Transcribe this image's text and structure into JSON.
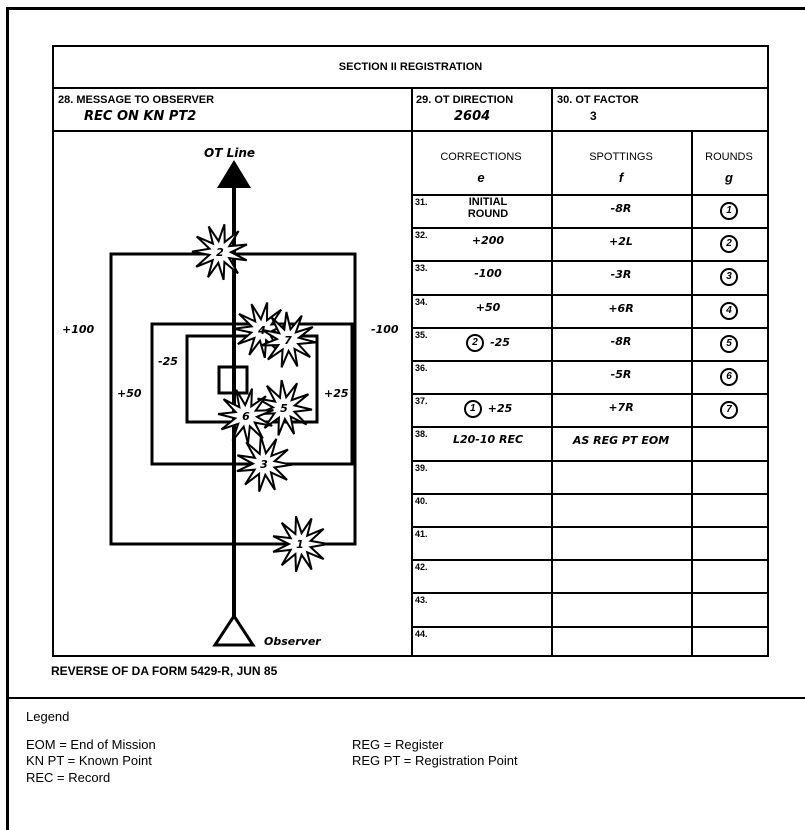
{
  "section_title": "SECTION II REGISTRATION",
  "message_to_observer": {
    "label": "28. MESSAGE TO OBSERVER",
    "value": "REC ON KN PT2"
  },
  "ot_direction": {
    "label": "29. OT DIRECTION",
    "value": "2604"
  },
  "ot_factor": {
    "label": "30. OT FACTOR",
    "value": "3"
  },
  "columns": {
    "corrections": {
      "label": "CORRECTIONS",
      "letter": "e"
    },
    "spottings": {
      "label": "SPOTTINGS",
      "letter": "f"
    },
    "rounds": {
      "label": "ROUNDS",
      "letter": "g"
    }
  },
  "rows": [
    {
      "num": "31.",
      "correction": "INITIAL ROUND",
      "spotting": "-8R",
      "round": "1"
    },
    {
      "num": "32.",
      "correction": "+200",
      "spotting": "+2L",
      "round": "2"
    },
    {
      "num": "33.",
      "correction": "-100",
      "spotting": "-3R",
      "round": "3"
    },
    {
      "num": "34.",
      "correction": "+50",
      "spotting": "+6R",
      "round": "4"
    },
    {
      "num": "35.",
      "correction_circle": "2",
      "correction": "-25",
      "spotting": "-8R",
      "round": "5"
    },
    {
      "num": "36.",
      "correction": "",
      "spotting": "-5R",
      "round": "6"
    },
    {
      "num": "37.",
      "correction_circle": "1",
      "correction": "+25",
      "spotting": "+7R",
      "round": "7"
    },
    {
      "num": "38.",
      "correction": "L20-10 REC",
      "spotting": "AS REG PT EOM",
      "round": ""
    },
    {
      "num": "39.",
      "correction": "",
      "spotting": "",
      "round": ""
    },
    {
      "num": "40.",
      "correction": "",
      "spotting": "",
      "round": ""
    },
    {
      "num": "41.",
      "correction": "",
      "spotting": "",
      "round": ""
    },
    {
      "num": "42.",
      "correction": "",
      "spotting": "",
      "round": ""
    },
    {
      "num": "43.",
      "correction": "",
      "spotting": "",
      "round": ""
    },
    {
      "num": "44.",
      "correction": "",
      "spotting": "",
      "round": ""
    }
  ],
  "diagram": {
    "ot_line_label": "OT Line",
    "observer_label": "Observer",
    "bracket_labels": {
      "outer_left": "+100",
      "outer_right": "-100",
      "mid_left": "+50",
      "mid_inner_left": "-25",
      "inner_right": "+25"
    },
    "bursts": [
      "1",
      "2",
      "3",
      "4",
      "5",
      "6",
      "7"
    ]
  },
  "footer_note": "REVERSE OF DA FORM 5429-R, JUN 85",
  "legend": {
    "title": "Legend",
    "items": [
      "EOM = End of Mission",
      "KN PT = Known Point",
      "REC = Record",
      "REG = Register",
      "REG PT = Registration Point"
    ]
  }
}
